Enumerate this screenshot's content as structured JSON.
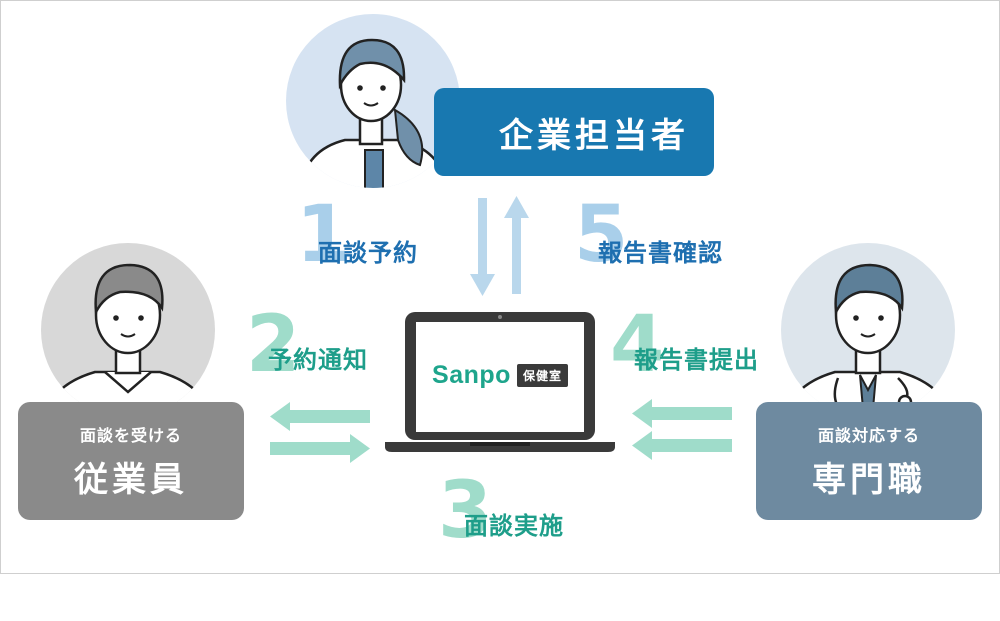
{
  "roles": {
    "manager": {
      "name": "企業担当者"
    },
    "employee": {
      "subtitle": "面談を受ける",
      "name": "従業員"
    },
    "specialist": {
      "subtitle": "面談対応する",
      "name": "専門職"
    }
  },
  "steps": [
    {
      "number": "1",
      "label": "面談予約"
    },
    {
      "number": "2",
      "label": "予約通知"
    },
    {
      "number": "3",
      "label": "面談実施"
    },
    {
      "number": "4",
      "label": "報告書提出"
    },
    {
      "number": "5",
      "label": "報告書確認"
    }
  ],
  "app": {
    "logo": "Sanpo",
    "badge": "保健室"
  },
  "colors": {
    "manager_box": "#1878b0",
    "employee_box": "#8a8a8a",
    "specialist_box": "#6e8aa0",
    "teal_text": "#1e9e8a",
    "blue_text": "#1e6fb0",
    "teal_arrow": "#9fdcca",
    "blue_arrow": "#b9d7ec"
  },
  "icons": [
    "manager-avatar-icon",
    "employee-avatar-icon",
    "doctor-avatar-icon",
    "laptop-icon",
    "arrow-icon"
  ]
}
